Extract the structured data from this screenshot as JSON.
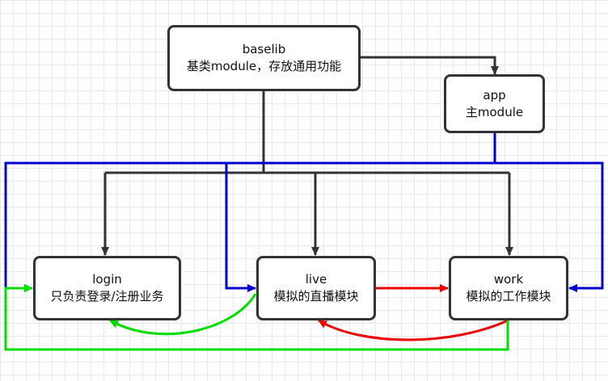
{
  "diagram": {
    "nodes": [
      {
        "id": "baselib",
        "title": "baselib",
        "subtitle": "基类module，存放通用功能"
      },
      {
        "id": "app",
        "title": "app",
        "subtitle": "主module"
      },
      {
        "id": "login",
        "title": "login",
        "subtitle": "只负责登录/注册业务"
      },
      {
        "id": "live",
        "title": "live",
        "subtitle": "模拟的直播模块"
      },
      {
        "id": "work",
        "title": "work",
        "subtitle": "模拟的工作模块"
      }
    ],
    "edges": [
      {
        "from": "baselib",
        "to": "app",
        "color": "#333333"
      },
      {
        "from": "baselib",
        "to": "login",
        "color": "#333333"
      },
      {
        "from": "baselib",
        "to": "live",
        "color": "#333333"
      },
      {
        "from": "baselib",
        "to": "work",
        "color": "#333333"
      },
      {
        "from": "app",
        "to": "login",
        "color": "#0000cc"
      },
      {
        "from": "app",
        "to": "live",
        "color": "#0000cc"
      },
      {
        "from": "app",
        "to": "work",
        "color": "#0000cc"
      },
      {
        "from": "live",
        "to": "work",
        "color": "#ee0000"
      },
      {
        "from": "work",
        "to": "live",
        "color": "#ee0000"
      },
      {
        "from": "live",
        "to": "login",
        "color": "#00dd00"
      },
      {
        "from": "work",
        "to": "login",
        "color": "#00dd00"
      }
    ]
  }
}
